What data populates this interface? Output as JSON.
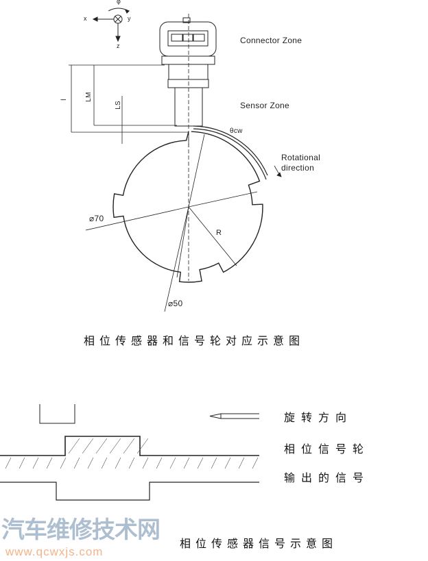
{
  "sensor_diagram": {
    "axis_labels": {
      "x": "x",
      "y": "y",
      "z": "z",
      "phi": "φ"
    },
    "connector_zone": "Connector Zone",
    "sensor_zone": "Sensor Zone",
    "rotational_direction": [
      "Rotational",
      "direction"
    ],
    "dimension_labels": {
      "l": "l",
      "lm": "LM",
      "ls": "LS",
      "r": "R",
      "angle": "θcw"
    },
    "diameter_outer": "⌀70",
    "diameter_inner": "⌀50",
    "caption": "相位传感器和信号轮对应示意图"
  },
  "signal_diagram": {
    "rotation_label": "旋转方向",
    "wheel_label": "相位信号轮",
    "output_label": "输出的信号",
    "caption": "相位传感器信号示意图"
  },
  "watermark": {
    "text": "汽车维修技术网",
    "url": "www.qcwxjs.com"
  }
}
